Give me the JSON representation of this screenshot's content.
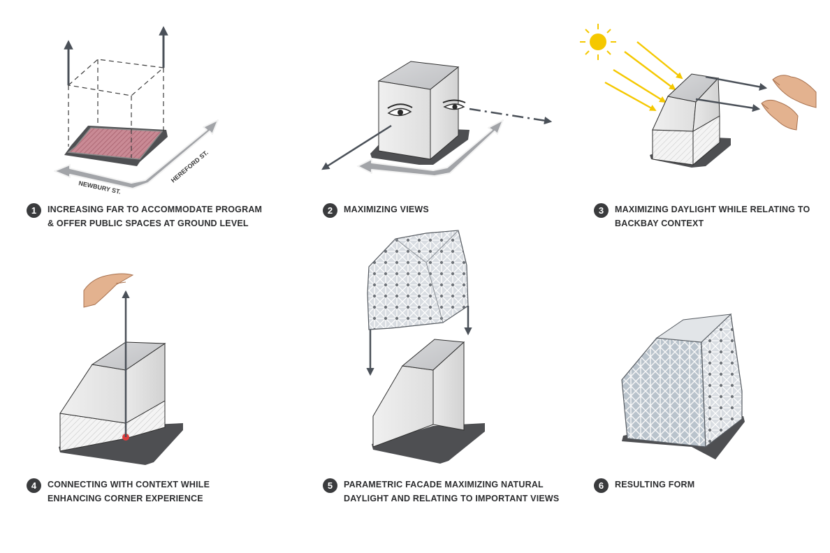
{
  "streets": {
    "newbury": "NEWBURY ST.",
    "hereford": "HEREFORD ST."
  },
  "steps": [
    {
      "number": "1",
      "lines": [
        "INCREASING FAR TO ACCOMMODATE PROGRAM",
        "& OFFER PUBLIC SPACES AT GROUND LEVEL"
      ]
    },
    {
      "number": "2",
      "lines": [
        "MAXIMIZING VIEWS"
      ]
    },
    {
      "number": "3",
      "lines": [
        "MAXIMIZING DAYLIGHT WHILE RELATING TO",
        "BACKBAY CONTEXT"
      ]
    },
    {
      "number": "4",
      "lines": [
        "CONNECTING WITH CONTEXT WHILE",
        "ENHANCING CORNER EXPERIENCE"
      ]
    },
    {
      "number": "5",
      "lines": [
        "PARAMETRIC FACADE MAXIMIZING NATURAL",
        "DAYLIGHT AND RELATING TO IMPORTANT VIEWS"
      ]
    },
    {
      "number": "6",
      "lines": [
        "RESULTING FORM"
      ]
    }
  ],
  "colors": {
    "arrow": "#4a5058",
    "street_arrow": "#9a9ca0",
    "sun": "#f5c800",
    "site_hatch": "#b77783",
    "base": "#4e4f52",
    "mass": "#e6e6e6"
  }
}
